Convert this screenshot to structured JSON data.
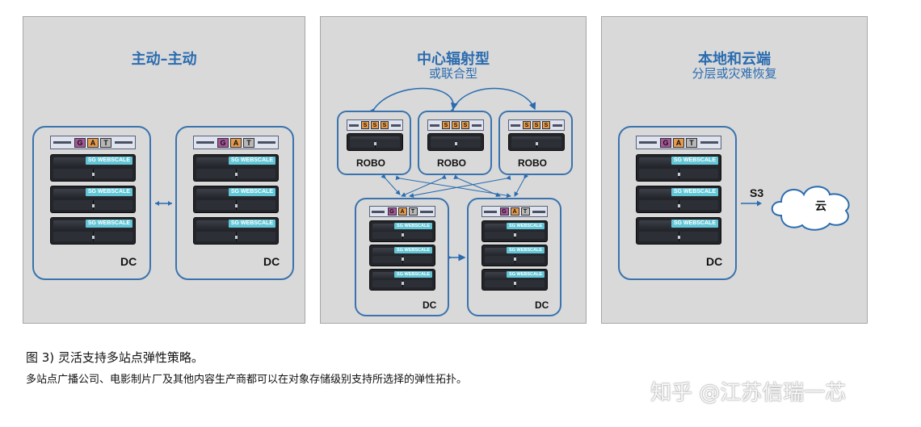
{
  "panels": {
    "aa": {
      "title": "主动–主动",
      "dc": [
        "DC",
        "DC"
      ]
    },
    "hub": {
      "title": "中心辐射型",
      "subtitle": "或联合型",
      "robo": [
        "ROBO",
        "ROBO",
        "ROBO"
      ],
      "dc": [
        "DC",
        "DC"
      ]
    },
    "cloud": {
      "title": "本地和云端",
      "subtitle": "分层或灾难恢复",
      "dc": "DC",
      "s3": "S3",
      "cloud": "云"
    }
  },
  "appliance": {
    "gat": [
      "G",
      "A",
      "T"
    ],
    "sss": [
      "S",
      "S",
      "S"
    ],
    "sg_label": "SG WEBSCALE"
  },
  "colors": {
    "panel_bg": "#d9d9d9",
    "accent": "#2a6cb0",
    "g": "#a7559a",
    "a": "#e59a4b",
    "t": "#b7b7b7",
    "s": "#e59a4b",
    "sg": "#62c6d6"
  },
  "caption": {
    "line1": "图 3) 灵活支持多站点弹性策略。",
    "line2": "多站点广播公司、电影制片厂及其他内容生产商都可以在对象存储级别支持所选择的弹性拓扑。"
  },
  "watermark": "知乎 @江苏信瑞一芯"
}
